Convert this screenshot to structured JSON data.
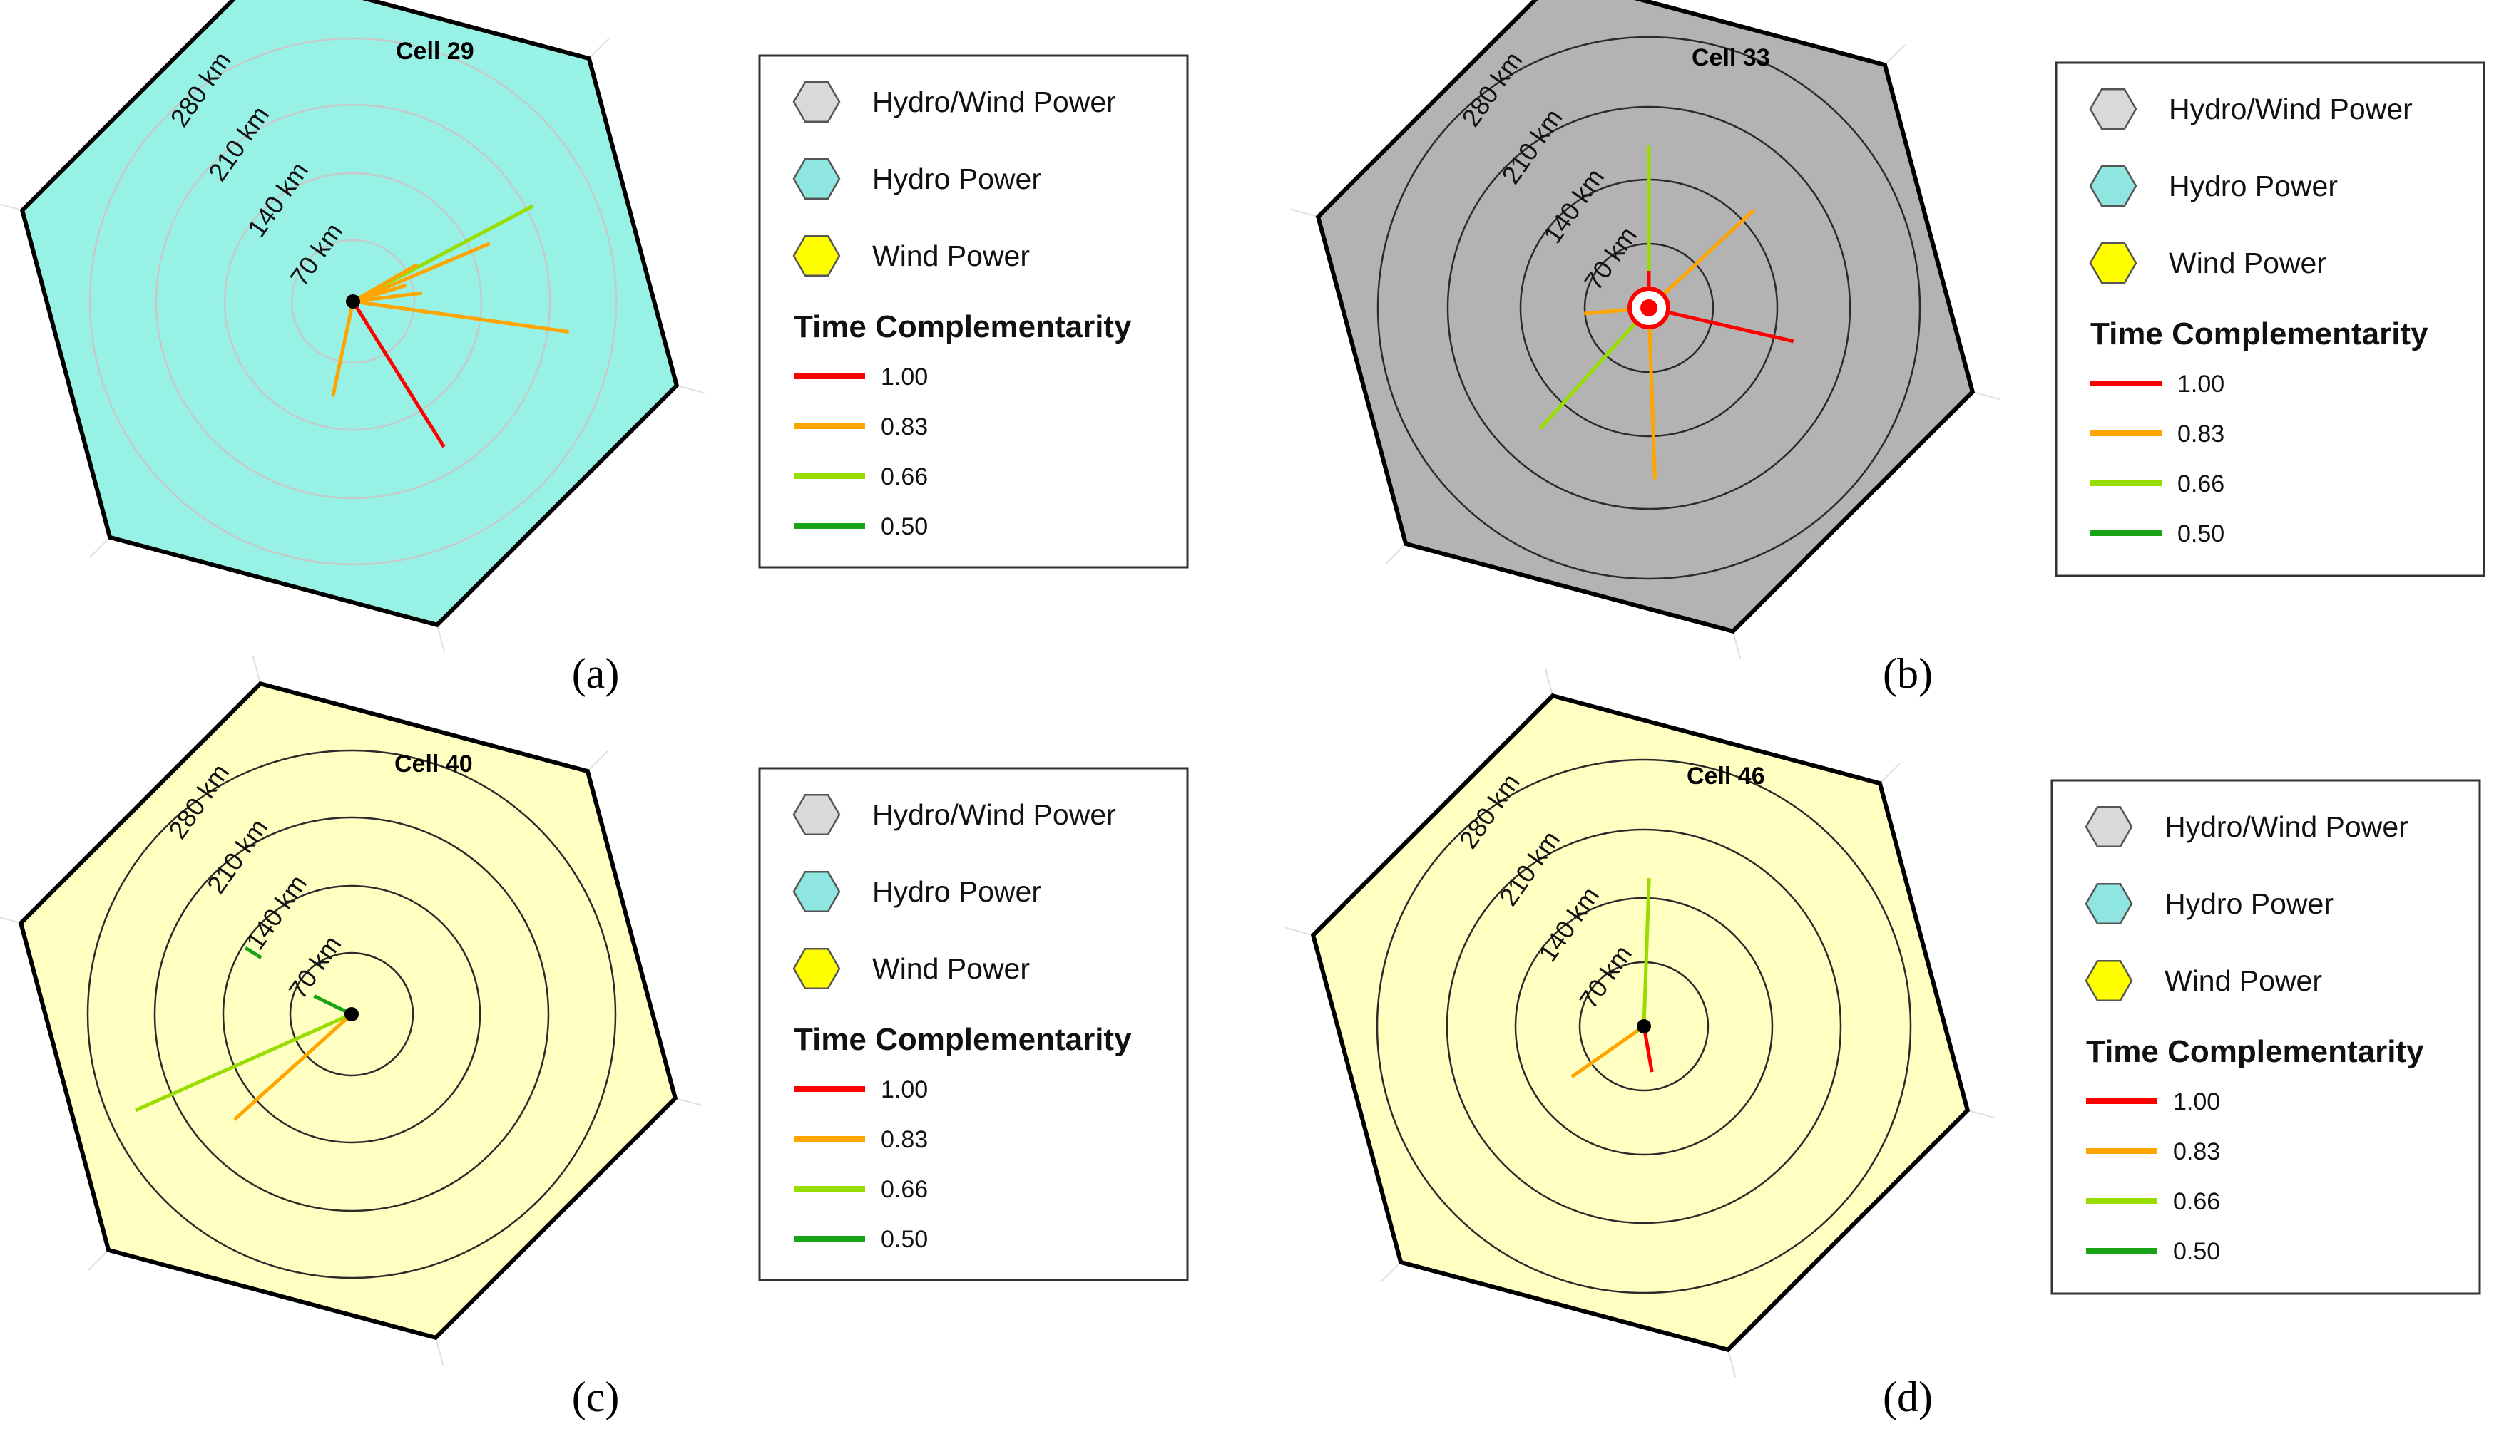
{
  "colors": {
    "hydro_wind": "#b3b3b3",
    "hydro": "#97f2e5",
    "wind": "#ffffc2",
    "legend_hydro_wind": "#d9d9d9",
    "legend_hydro": "#8fe6e0",
    "legend_wind": "#ffff00",
    "tc_1_00": "#ff0000",
    "tc_0_83": "#ffa500",
    "tc_0_66": "#99dd00",
    "tc_0_50": "#19a319"
  },
  "legend": {
    "items": [
      "Hydro/Wind Power",
      "Hydro Power",
      "Wind Power"
    ],
    "title": "Time Complementarity",
    "values": [
      "1.00",
      "0.83",
      "0.66",
      "0.50"
    ]
  },
  "ring_labels": [
    "70 km",
    "140 km",
    "210 km",
    "280 km"
  ],
  "panels": [
    {
      "id": "a",
      "label": "(a)",
      "cell": "Cell 29",
      "type": "hydro",
      "rays": [
        {
          "tc": "0.66",
          "dist_km": 220,
          "bearing_deg": 62
        },
        {
          "tc": "0.83",
          "dist_km": 160,
          "bearing_deg": 67
        },
        {
          "tc": "0.83",
          "dist_km": 80,
          "bearing_deg": 60
        },
        {
          "tc": "0.83",
          "dist_km": 60,
          "bearing_deg": 73
        },
        {
          "tc": "0.83",
          "dist_km": 75,
          "bearing_deg": 83
        },
        {
          "tc": "0.83",
          "dist_km": 235,
          "bearing_deg": 98
        },
        {
          "tc": "0.83",
          "dist_km": 105,
          "bearing_deg": 192
        },
        {
          "tc": "1.00",
          "dist_km": 185,
          "bearing_deg": 148
        }
      ]
    },
    {
      "id": "b",
      "label": "(b)",
      "cell": "Cell 33",
      "type": "hydro_wind",
      "rays": [
        {
          "tc": "0.66",
          "dist_km": 175,
          "bearing_deg": 0
        },
        {
          "tc": "1.00",
          "dist_km": 40,
          "bearing_deg": 0
        },
        {
          "tc": "0.83",
          "dist_km": 155,
          "bearing_deg": 47
        },
        {
          "tc": "1.00",
          "dist_km": 160,
          "bearing_deg": 103
        },
        {
          "tc": "0.83",
          "dist_km": 185,
          "bearing_deg": 178
        },
        {
          "tc": "0.66",
          "dist_km": 175,
          "bearing_deg": 222
        },
        {
          "tc": "0.83",
          "dist_km": 70,
          "bearing_deg": 265
        }
      ]
    },
    {
      "id": "c",
      "label": "(c)",
      "cell": "Cell 40",
      "type": "wind",
      "rays": [
        {
          "tc": "0.66",
          "dist_km": 255,
          "bearing_deg": 246
        },
        {
          "tc": "0.83",
          "dist_km": 170,
          "bearing_deg": 228
        },
        {
          "tc": "0.50",
          "dist_km": 45,
          "bearing_deg": 296
        }
      ],
      "fragments": [
        {
          "tc": "0.50",
          "from_km": 115,
          "to_km": 135,
          "bearing_deg": 302
        }
      ]
    },
    {
      "id": "d",
      "label": "(d)",
      "cell": "Cell 46",
      "type": "wind",
      "rays": [
        {
          "tc": "0.66",
          "dist_km": 160,
          "bearing_deg": 2
        },
        {
          "tc": "0.83",
          "dist_km": 95,
          "bearing_deg": 235
        },
        {
          "tc": "1.00",
          "dist_km": 50,
          "bearing_deg": 170
        }
      ]
    }
  ]
}
